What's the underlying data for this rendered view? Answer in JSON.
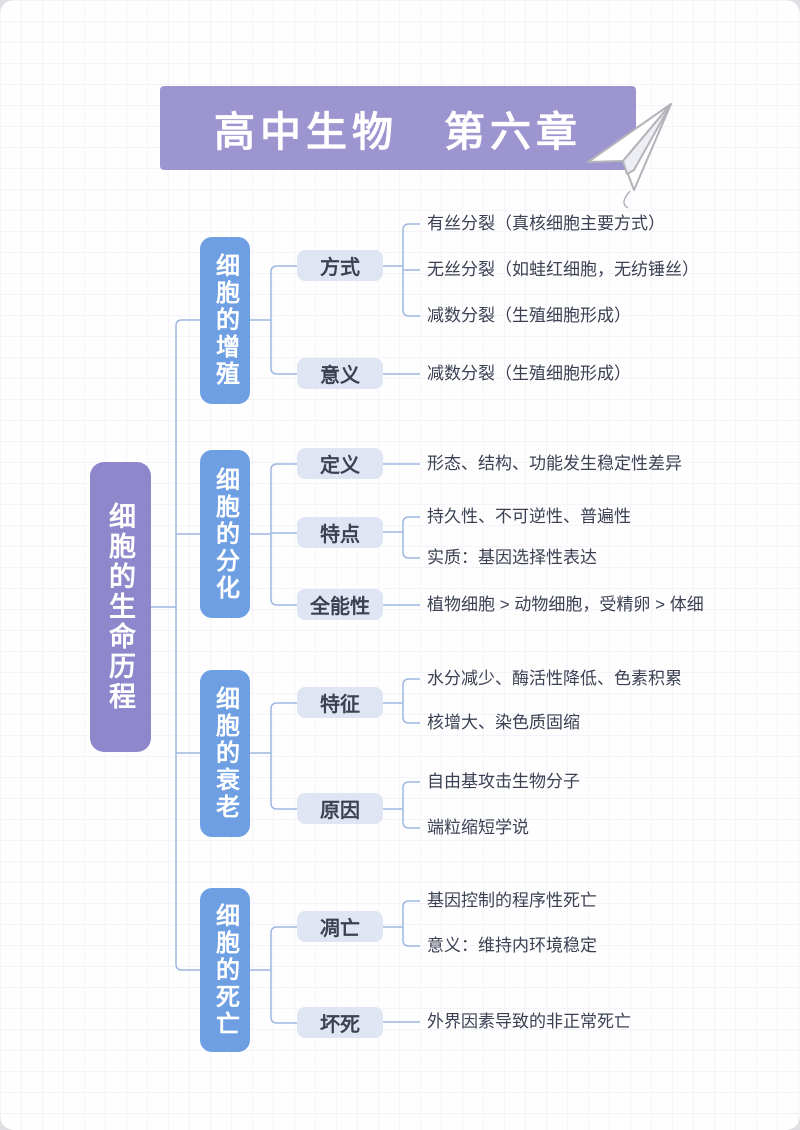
{
  "title": {
    "text": "高中生物　第六章"
  },
  "root": {
    "label": "细胞的生命历程"
  },
  "branches": [
    {
      "label": "细胞的增殖",
      "subs": [
        {
          "label": "方式",
          "leaves": [
            "有丝分裂（真核细胞主要方式）",
            "无丝分裂（如蛙红细胞，无纺锤丝）",
            "减数分裂（生殖细胞形成）"
          ]
        },
        {
          "label": "意义",
          "leaves": [
            "减数分裂（生殖细胞形成）"
          ]
        }
      ]
    },
    {
      "label": "细胞的分化",
      "subs": [
        {
          "label": "定义",
          "leaves": [
            "形态、结构、功能发生稳定性差异"
          ]
        },
        {
          "label": "特点",
          "leaves": [
            "持久性、不可逆性、普遍性",
            "实质：基因选择性表达"
          ]
        },
        {
          "label": "全能性",
          "leaves": [
            "植物细胞 > 动物细胞，受精卵 > 体细"
          ]
        }
      ]
    },
    {
      "label": "细胞的衰老",
      "subs": [
        {
          "label": "特征",
          "leaves": [
            "水分减少、酶活性降低、色素积累",
            "核增大、染色质固缩"
          ]
        },
        {
          "label": "原因",
          "leaves": [
            "自由基攻击生物分子",
            "端粒缩短学说"
          ]
        }
      ]
    },
    {
      "label": "细胞的死亡",
      "subs": [
        {
          "label": "凋亡",
          "leaves": [
            "基因控制的程序性死亡",
            "意义：维持内环境稳定"
          ]
        },
        {
          "label": "坏死",
          "leaves": [
            "外界因素导致的非正常死亡"
          ]
        }
      ]
    }
  ],
  "icons": {
    "paper_plane": "paper-plane-icon"
  },
  "colors": {
    "banner": "#9c95cf",
    "root": "#8e87cb",
    "branch": "#6e9fe3",
    "sub_bg": "#e0e5f3",
    "text_dark": "#3b4153",
    "connector": "#9eb7e0"
  }
}
